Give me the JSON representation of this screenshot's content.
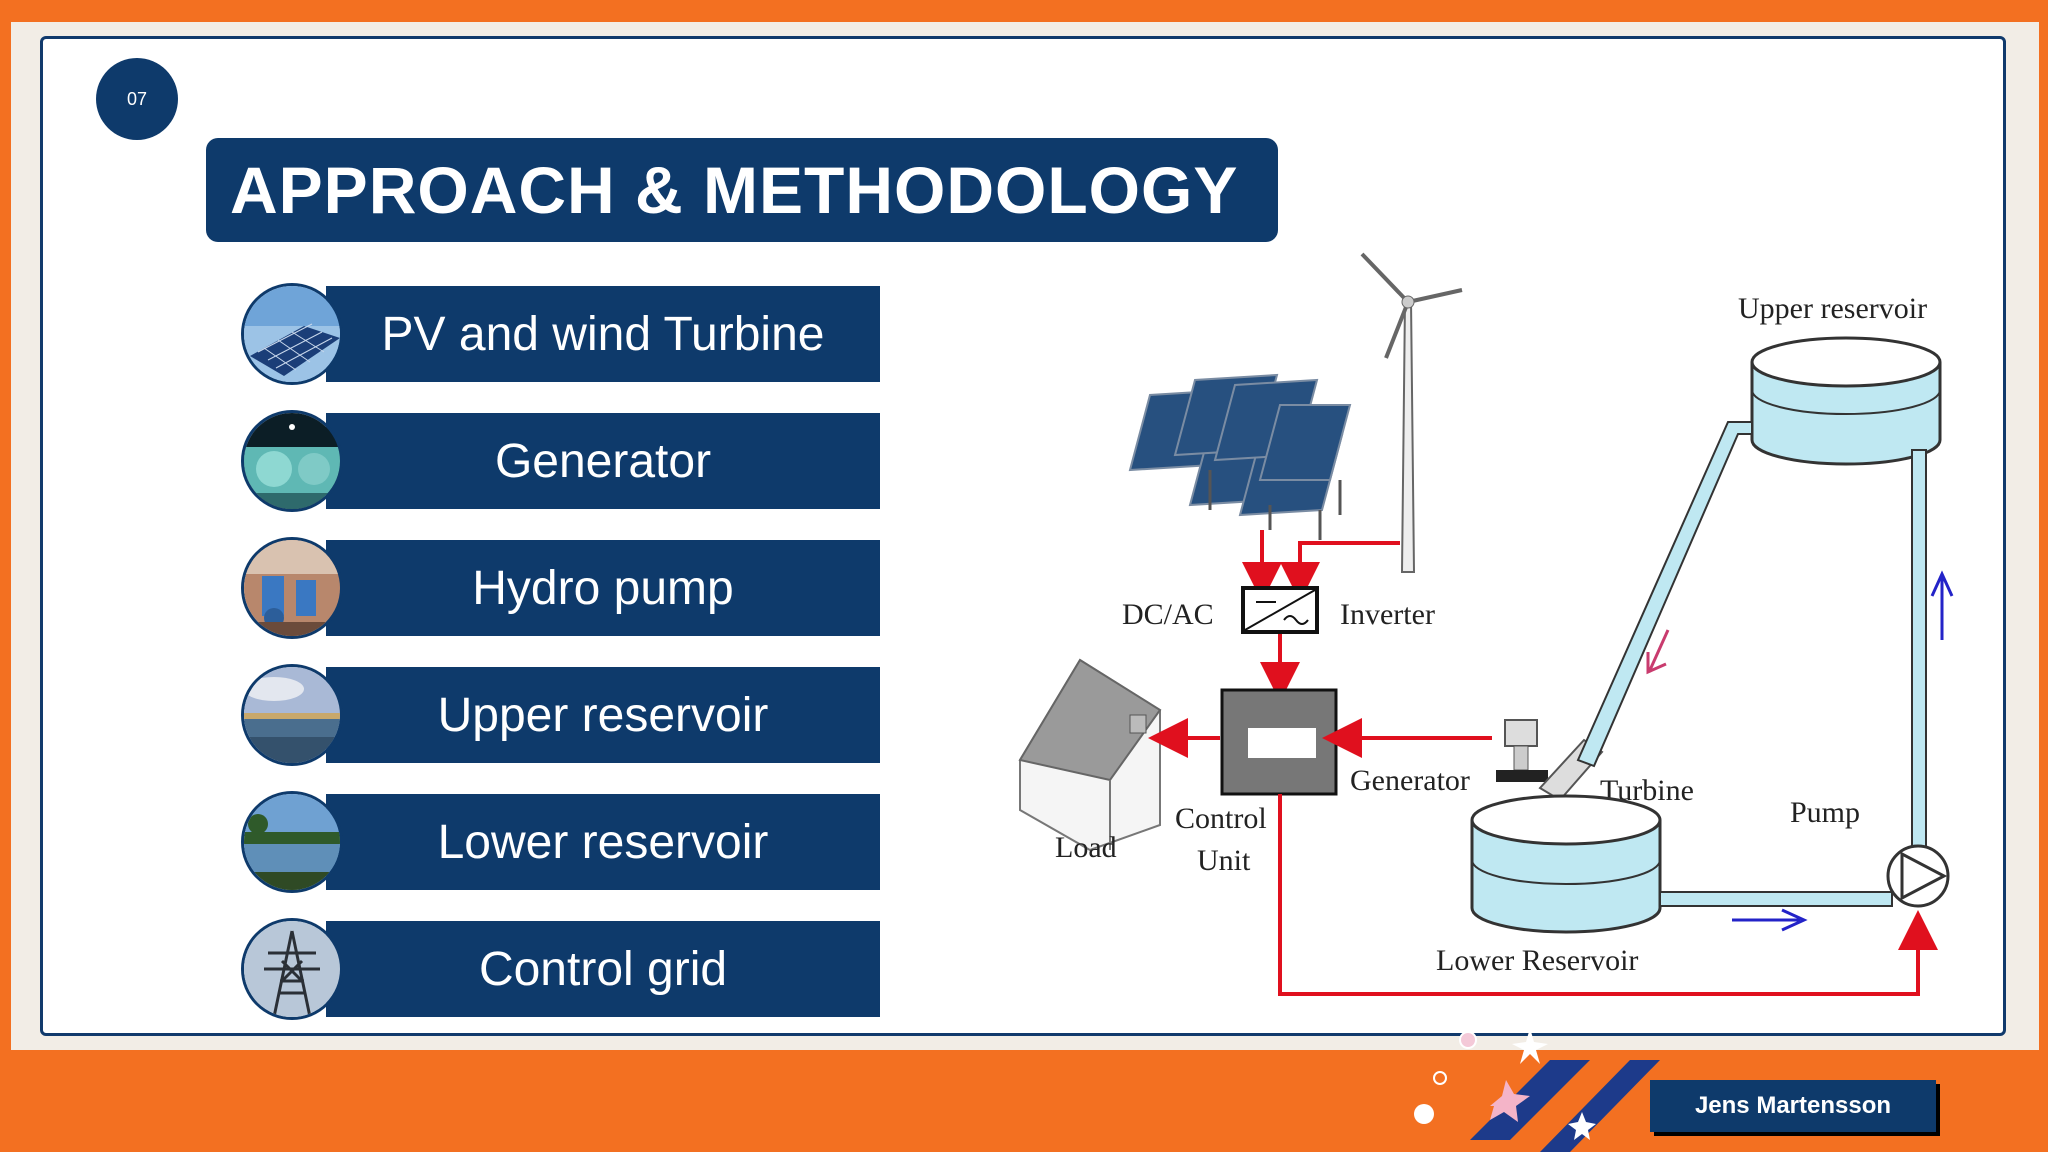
{
  "slide": {
    "page_number": "07",
    "title": "APPROACH & METHODOLOGY",
    "presenter": "Jens Martensson"
  },
  "items": [
    {
      "label": "PV and wind Turbine",
      "icon": "solar-panel-photo"
    },
    {
      "label": "Generator",
      "icon": "generator-photo"
    },
    {
      "label": "Hydro pump",
      "icon": "hydro-pump-photo"
    },
    {
      "label": "Upper reservoir",
      "icon": "upper-reservoir-photo"
    },
    {
      "label": "Lower reservoir",
      "icon": "lower-reservoir-photo"
    },
    {
      "label": "Control grid",
      "icon": "power-pylon-photo"
    }
  ],
  "diagram": {
    "upper_reservoir": "Upper reservoir",
    "dc_ac": "DC/AC",
    "inverter": "Inverter",
    "generator": "Generator",
    "turbine": "Turbine",
    "pump": "Pump",
    "control": "Control",
    "unit": "Unit",
    "load": "Load",
    "lower_reservoir": "Lower Reservoir"
  },
  "colors": {
    "brand_navy": "#0e3a6b",
    "accent_orange": "#f37021",
    "power_line_red": "#e0101e",
    "water_blue": "#bfe8f2",
    "flow_arrow_blue": "#2323c8"
  }
}
